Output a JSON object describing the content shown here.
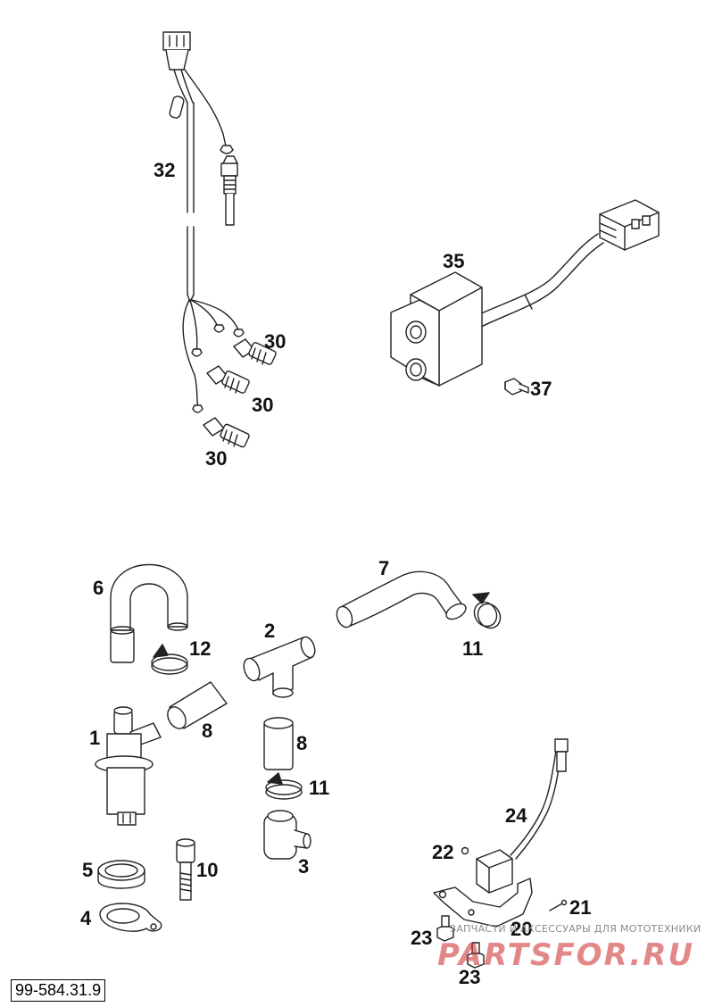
{
  "reference_number": "99-584.31.9",
  "callouts": {
    "p1": "1",
    "p2": "2",
    "p3": "3",
    "p4": "4",
    "p5": "5",
    "p6": "6",
    "p7": "7",
    "p8a": "8",
    "p8b": "8",
    "p10": "10",
    "p11a": "11",
    "p11b": "11",
    "p12": "12",
    "p20": "20",
    "p21": "21",
    "p22": "22",
    "p23a": "23",
    "p23b": "23",
    "p24": "24",
    "p30a": "30",
    "p30b": "30",
    "p30c": "30",
    "p32": "32",
    "p35": "35",
    "p37": "37"
  },
  "watermark": {
    "caption": "ЗАПЧАСТИ И АКСЕССУАРЫ ДЛЯ МОТОТЕХНИКИ",
    "logo": "PARTSFOR.RU",
    "color": "#cc2626"
  }
}
